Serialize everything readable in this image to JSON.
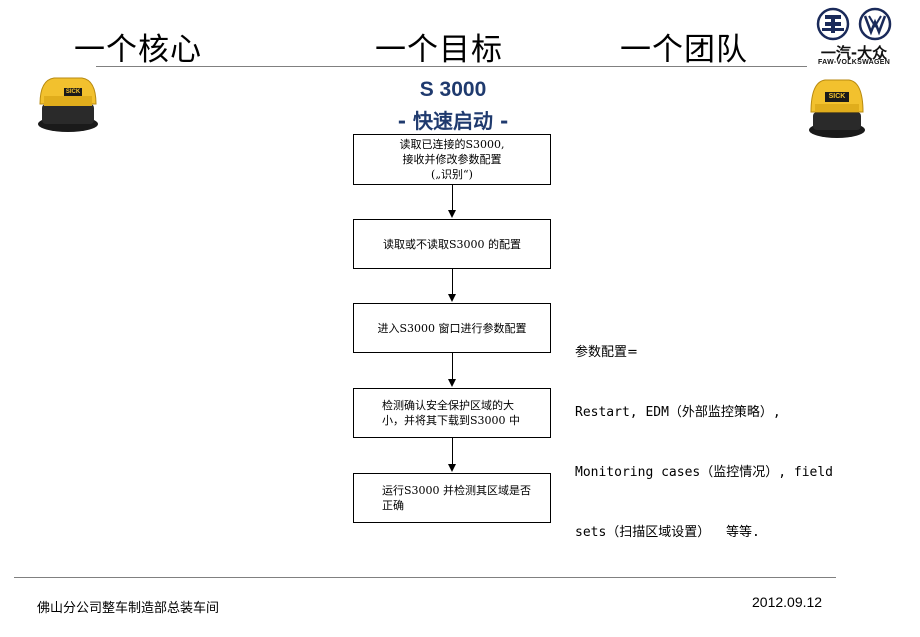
{
  "header": {
    "slogan_1": "一个核心",
    "slogan_2": "一个目标",
    "slogan_3": "一个团队"
  },
  "logo": {
    "brand_text": "一汽-大众",
    "brand_sub": "FAW-VOLKSWAGEN"
  },
  "device": {
    "label": "SICK"
  },
  "title": {
    "main": "S 3000",
    "sub": "- 快速启动 -"
  },
  "flow": {
    "steps": [
      {
        "lines": [
          "读取已连接的S3000,",
          "接收并修改参数配置",
          "(„识别“)"
        ]
      },
      {
        "lines": [
          "读取或不读取S3000 的配置"
        ]
      },
      {
        "lines": [
          "进入S3000 窗口进行参数配置"
        ]
      },
      {
        "lines": [
          "检测确认安全保护区域的大",
          "小，并将其下载到S3000 中"
        ]
      },
      {
        "lines": [
          "运行S3000 并检测其区域是否",
          "正确"
        ]
      }
    ]
  },
  "note": {
    "heading": "参数配置=",
    "line_1": "Restart, EDM（外部监控策略）,",
    "line_2": "Monitoring cases（监控情况）, field",
    "line_3": "sets（扫描区域设置）  等等."
  },
  "footer": {
    "left": "佛山分公司整车制造部总装车间",
    "right": "2012.09.12"
  },
  "colors": {
    "title_blue": "#1f3a6e",
    "sensor_yellow": "#f2c12e",
    "sensor_black": "#1a1a1a"
  }
}
